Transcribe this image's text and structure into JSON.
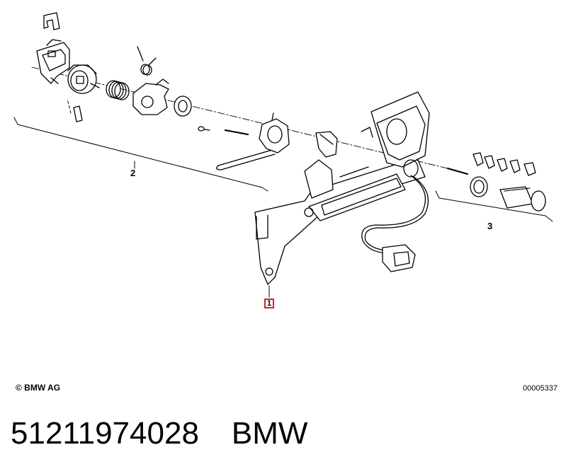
{
  "callouts": {
    "part1": "1",
    "part2": "2",
    "part3": "3"
  },
  "copyright": "© BMW AG",
  "image_id": "00005337",
  "footer": {
    "part_number": "51211974028",
    "brand": "BMW"
  },
  "colors": {
    "highlight": "#d81e2a",
    "line": "#000000"
  }
}
